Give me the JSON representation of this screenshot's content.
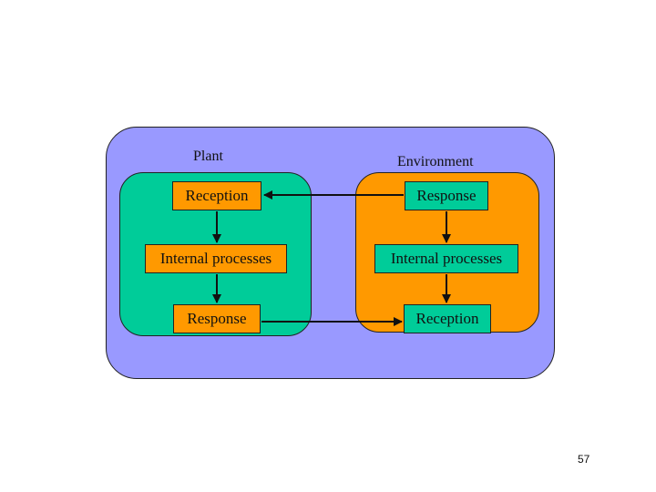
{
  "plant": {
    "title": "Plant",
    "reception": "Reception",
    "internal": "Internal processes",
    "response": "Response"
  },
  "environment": {
    "title": "Environment",
    "response": "Response",
    "internal": "Internal processes",
    "reception": "Reception"
  },
  "colors": {
    "outer": "#9999ff",
    "plant_panel": "#00cc99",
    "environment_panel": "#ff9900"
  },
  "page_number": "57"
}
